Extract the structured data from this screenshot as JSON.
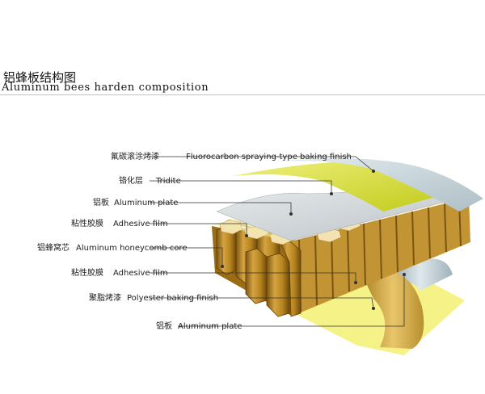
{
  "header": {
    "title_cn": "铝蜂板结构图",
    "title_en": "Aluminum bees harden composition"
  },
  "layers": [
    {
      "cn": "氟碳滚涂烤漆",
      "en": "Fluorocarbon spraying-type baking finish"
    },
    {
      "cn": "铬化层",
      "en": "Tridite"
    },
    {
      "cn": "铝板",
      "en": "Aluminum plate"
    },
    {
      "cn": "粘性胶膜",
      "en": "Adhesive film"
    },
    {
      "cn": "铝蜂窝芯",
      "en": "Aluminum honeycomb core"
    },
    {
      "cn": "粘性胶膜",
      "en": "Adhesive film"
    },
    {
      "cn": "聚脂烤漆",
      "en": "Polyester baking finish"
    },
    {
      "cn": "铝板",
      "en": "Aluminum plate"
    }
  ],
  "colors": {
    "fluorocarbon": "#c7d8de",
    "tridite": "#d4dd2e",
    "aluminum_plate": "#c9d0d3",
    "honeycomb_light": "#f0d89a",
    "honeycomb_dark": "#b07d1e",
    "yellow_film": "#f4f282",
    "blue_rule": "#9ccde0"
  }
}
